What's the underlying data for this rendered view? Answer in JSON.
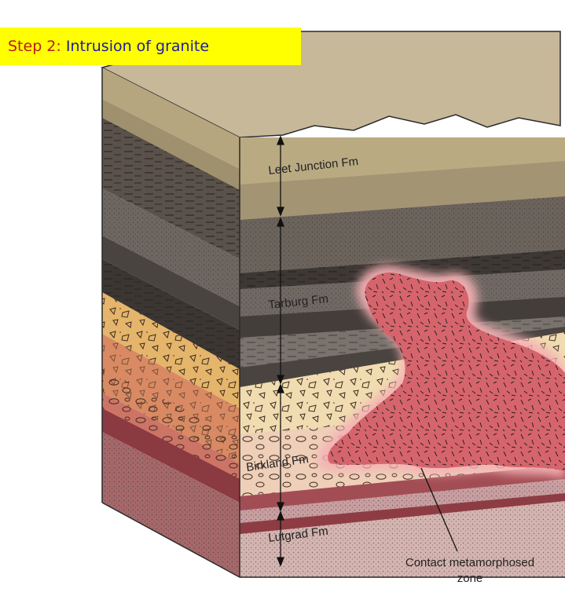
{
  "banner": {
    "step": "Step 2",
    "separator": ": ",
    "title": "Intrusion of granite"
  },
  "formations": [
    {
      "name": "Leet Junction Fm"
    },
    {
      "name": "Tarburg Fm"
    },
    {
      "name": "Birkland Fm"
    },
    {
      "name": "Lutgrad Fm"
    }
  ],
  "callout": {
    "line1": "Contact metamorphosed",
    "line2": "zone"
  },
  "colors": {
    "banner_bg": "#ffff00",
    "step_text": "#b71c1c",
    "title_text": "#1a1aa6",
    "granite": "#d4636b",
    "granite_halo": "#f3b8bb"
  }
}
